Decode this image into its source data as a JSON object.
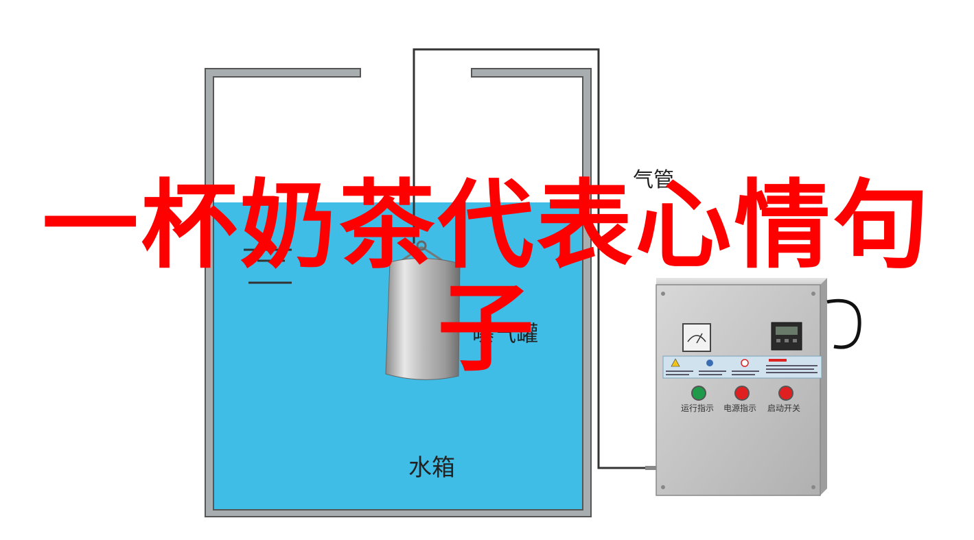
{
  "diagram": {
    "labels": {
      "air_pipe": "气管",
      "air_tank": "曝气罐",
      "water_tank": "水箱"
    },
    "control_box": {
      "buttons": [
        {
          "label": "运行指示",
          "color": "#1e9a4a"
        },
        {
          "label": "电源指示",
          "color": "#e02020"
        },
        {
          "label": "启动开关",
          "color": "#e02020"
        }
      ]
    },
    "colors": {
      "water": "#3fbde6",
      "tank_wall": "#a8adb0",
      "pipe": "#333333",
      "box": "#c4c4c4"
    }
  },
  "overlay": {
    "title": "一杯奶茶代表心情句子",
    "color": "#ff0000"
  }
}
